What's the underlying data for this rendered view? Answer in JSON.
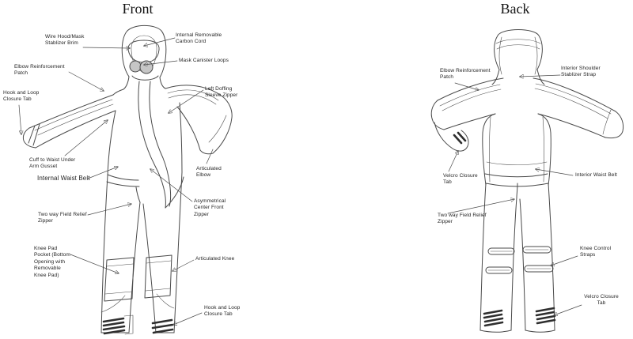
{
  "front": {
    "title": "Front",
    "labels": {
      "wire_hood": "Wire Hood/Mask\nStablizer Brim",
      "carbon_cord": "Internal Removable\nCarbon Cord",
      "canister_loops": "Mask Canister Loops",
      "elbow_patch": "Elbow Reinforcement\nPatch",
      "hook_loop_top": "Hook and Loop\nClosure Tab",
      "cuff_gusset": "Cuff to Waist Under\nArm Gusset",
      "waist_belt": "Internal Waist Belt",
      "relief_zipper": "Two way Field Relief\nZipper",
      "knee_pad_pocket": "Knee Pad\nPocket (Bottom\nOpening with\nRemovable\nKnee Pad)",
      "doffing_zipper": "Left Doffing\nSleeve Zipper",
      "articulated_elbow": "Articulated\nElbow",
      "asym_zipper": "Asymmetrical\nCenter Front\nZipper",
      "articulated_knee": "Articulated Knee",
      "hook_loop_bottom": "Hook and Loop\nClosure Tab"
    }
  },
  "back": {
    "title": "Back",
    "labels": {
      "elbow_patch": "Elbow Reinforcement\nPatch",
      "shoulder_strap": "Interior Shoulder\nStablizer Strap",
      "velcro_tab_cuff": "Velcro Closure\nTab",
      "waist_belt": "Interior Waist Belt",
      "relief_zipper": "Two way Field Relief\nZipper",
      "knee_straps": "Knee Control\nStraps",
      "velcro_tab_ankle": "Velcro Closure\nTab"
    }
  },
  "colors": {
    "line": "#4a4a4a",
    "ink": "#242424",
    "stripe": "#2e2e2e",
    "visor-top": "#8f8f8f",
    "visor-bottom": "#d2d2d2",
    "paper": "#ffffff"
  }
}
